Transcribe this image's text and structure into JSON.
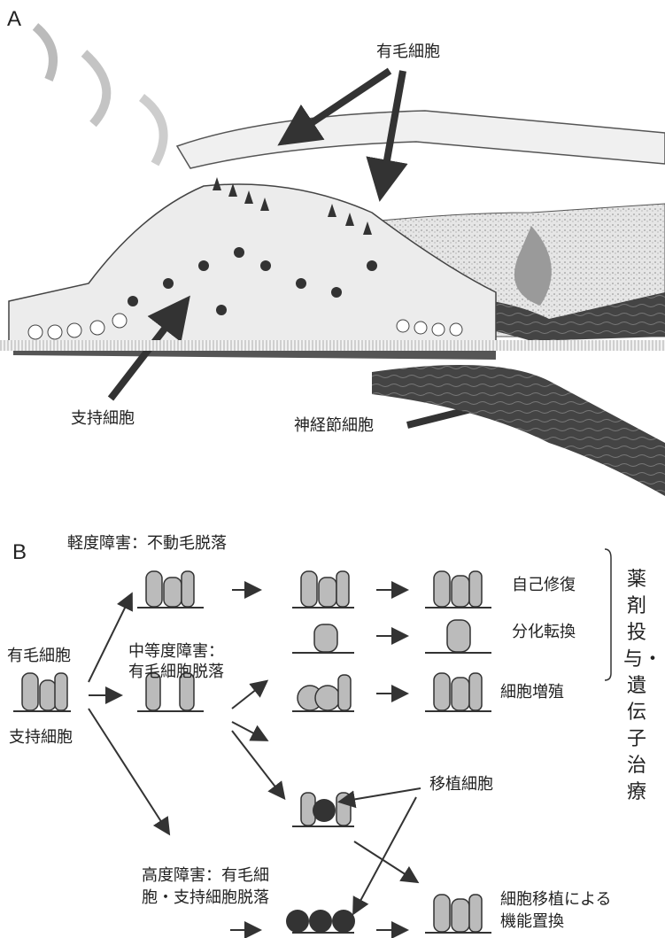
{
  "panel_a": {
    "letter": "A",
    "labels": {
      "hair_cell": "有毛細胞",
      "supporting_cell": "支持細胞",
      "ganglion_cell": "神経節細胞"
    }
  },
  "panel_b": {
    "letter": "B",
    "mild_damage": "軽度障害：不動毛脱落",
    "moderate_damage_1": "中等度障害：",
    "moderate_damage_2": "有毛細胞脱落",
    "severe_damage_1": "高度障害：有毛細",
    "severe_damage_2": "胞・支持細胞脱落",
    "hair_cell": "有毛細胞",
    "supporting_cell": "支持細胞",
    "outcomes": {
      "self_repair": "自己修復",
      "transdifferentiation": "分化転換",
      "proliferation": "細胞増殖",
      "transplant_cells": "移植細胞",
      "replacement_1": "細胞移植による",
      "replacement_2": "機能置換"
    },
    "therapy_vertical": "薬剤投与・遺伝子治療"
  },
  "colors": {
    "ink": "#222222",
    "tissue": "#d9d9d9",
    "dark": "#3a3a3a"
  }
}
